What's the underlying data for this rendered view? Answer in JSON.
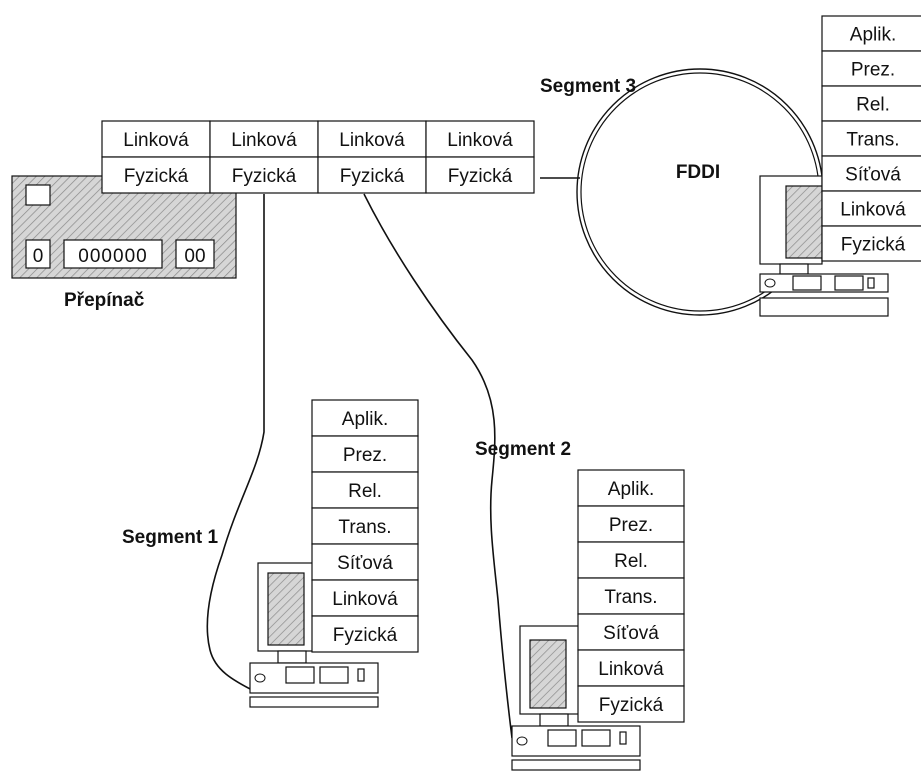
{
  "switch": {
    "label": "Přepínač",
    "port_layers": [
      "Linková",
      "Fyzická"
    ],
    "port_count": 4,
    "panel_text": {
      "left": "0",
      "middle": "000000",
      "right": "00"
    }
  },
  "fddi": {
    "ring_label": "FDDI",
    "segment_label": "Segment 3"
  },
  "segments": [
    {
      "label": "Segment 1"
    },
    {
      "label": "Segment 2"
    },
    {
      "label": "Segment 3"
    }
  ],
  "stack_layers": [
    "Aplik.",
    "Prez.",
    "Rel.",
    "Trans.",
    "Síťová",
    "Linková",
    "Fyzická"
  ]
}
